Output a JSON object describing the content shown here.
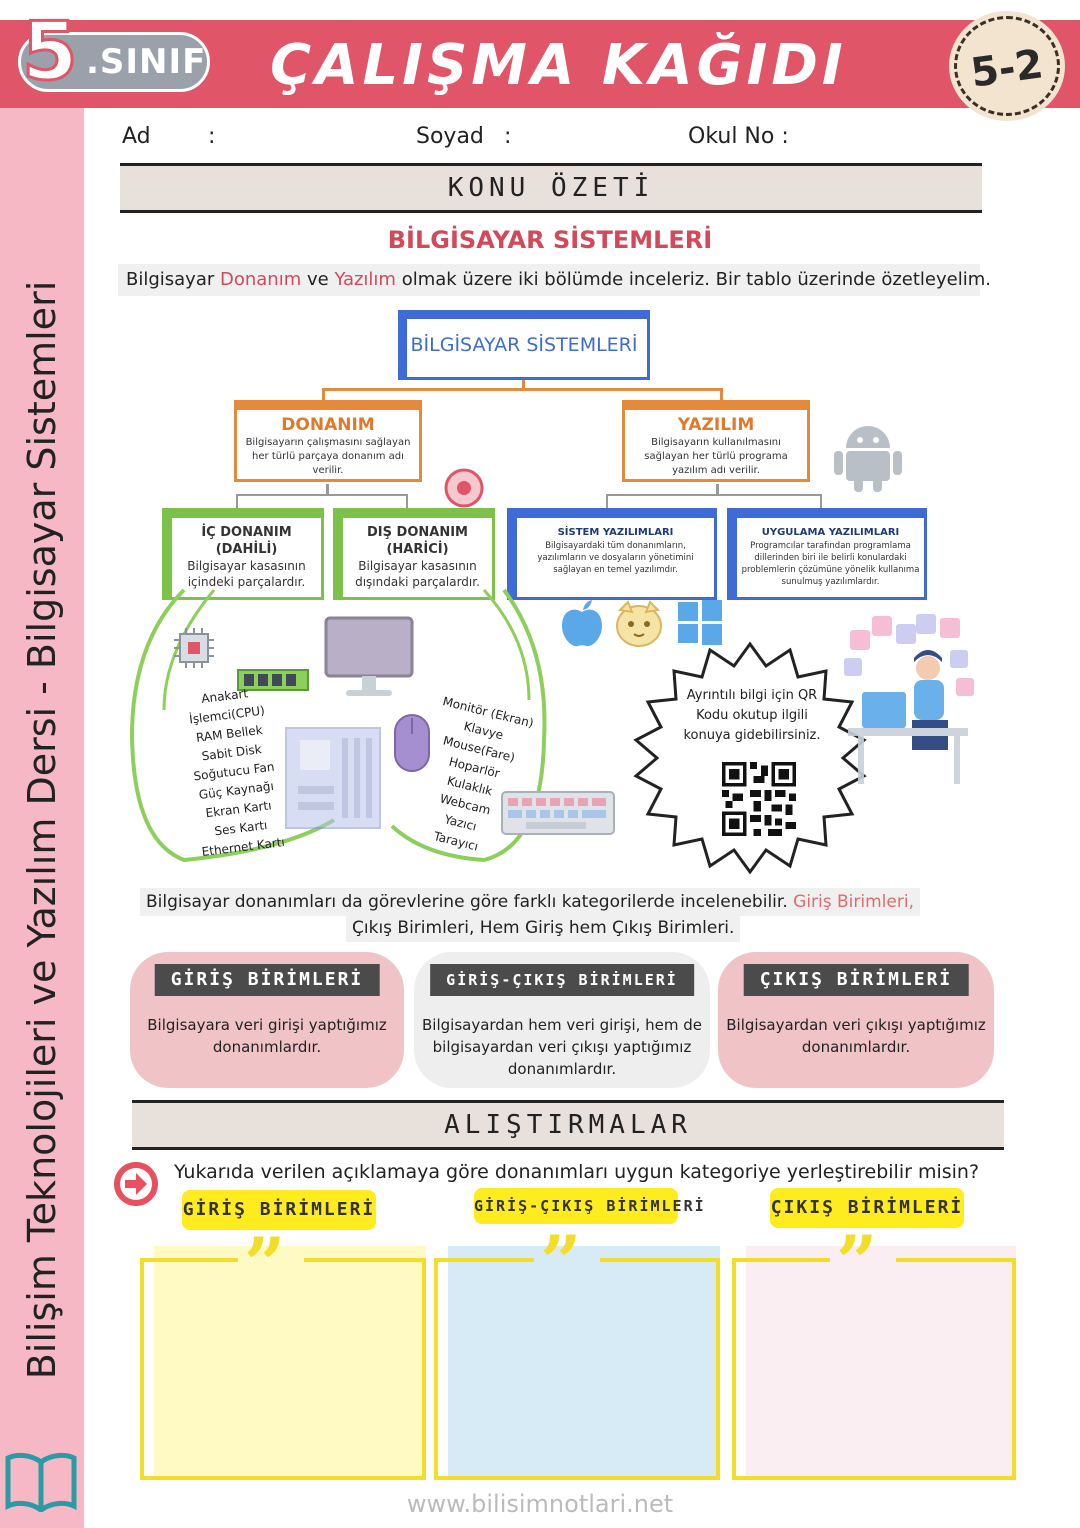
{
  "header": {
    "grade_number": "5",
    "grade_text": ".SINIF",
    "title": "ÇALIŞMA KAĞIDI",
    "sheet_code": "5-2"
  },
  "sidebar": {
    "text": "Bilişim Teknolojileri ve Yazılım Dersi - Bilgisayar Sistemleri"
  },
  "student_info": {
    "name_label": "Ad",
    "name_colon": ":",
    "surname_label": "Soyad",
    "surname_colon": ":",
    "school_no_label": "Okul No :"
  },
  "summary": {
    "banner": "KONU ÖZETİ",
    "subtitle": "BİLGİSAYAR SİSTEMLERİ",
    "intro_pre": "Bilgisayar ",
    "intro_hw": "Donanım",
    "intro_mid": " ve ",
    "intro_sw": "Yazılım",
    "intro_post": " olmak üzere iki bölümde inceleriz. Bir tablo üzerinde özetleyelim."
  },
  "tree": {
    "root": "BİLGİSAYAR SİSTEMLERİ",
    "hardware": {
      "title": "DONANIM",
      "desc": "Bilgisayarın çalışmasını sağlayan her türlü parçaya donanım adı verilir."
    },
    "software": {
      "title": "YAZILIM",
      "desc": "Bilgisayarın kullanılmasını sağlayan her türlü programa yazılım adı verilir."
    },
    "internal": {
      "title1": "İÇ DONANIM",
      "title2": "(DAHİLİ)",
      "desc": "Bilgisayar kasasının içindeki parçalardır."
    },
    "external": {
      "title1": "DIŞ DONANIM",
      "title2": "(HARİCİ)",
      "desc": "Bilgisayar kasasının dışındaki parçalardır."
    },
    "system_sw": {
      "title": "SİSTEM YAZILIMLARI",
      "desc": "Bilgisayardaki tüm donanımların, yazılımların ve dosyaların yönetimini sağlayan en temel yazılımdır."
    },
    "app_sw": {
      "title": "UYGULAMA YAZILIMLARI",
      "desc": "Programcılar tarafından programlama dillerinden biri ile belirli konulardaki problemlerin çözümüne yönelik kullanıma sunulmuş yazılımlardır."
    }
  },
  "internal_list": [
    "Anakart",
    "İşlemci(CPU)",
    "RAM Bellek",
    "Sabit Disk",
    "Soğutucu Fan",
    "Güç Kaynağı",
    "Ekran Kartı",
    "Ses Kartı",
    "Ethernet Kartı"
  ],
  "external_list": [
    "Monitör (Ekran)",
    "Klavye",
    "Mouse(Fare)",
    "Hoparlör",
    "Kulaklık",
    "Webcam",
    "Yazıcı",
    "Tarayıcı"
  ],
  "qr_note": {
    "line1": "Ayrıntılı bilgi için QR",
    "line2": "Kodu okutup ilgili",
    "line3": "konuya gidebilirsiniz."
  },
  "categories_intro": {
    "line1_text": "Bilgisayar donanımları da görevlerine göre farklı kategorilerde incelenebilir. ",
    "line1_red": "Giriş Birimleri,",
    "line2_red": "Çıkış Birimleri, Hem Giriş hem Çıkış Birimleri."
  },
  "categories": [
    {
      "label": "GİRİŞ BİRİMLERİ",
      "desc": "Bilgisayara veri girişi yaptığımız donanımlardır."
    },
    {
      "label": "GİRİŞ-ÇIKIŞ BİRİMLERİ",
      "desc": "Bilgisayardan hem veri girişi, hem de bilgisayardan veri çıkışı yaptığımız donanımlardır."
    },
    {
      "label": "ÇIKIŞ BİRİMLERİ",
      "desc": "Bilgisayardan veri çıkışı yaptığımız donanımlardır."
    }
  ],
  "exercises": {
    "banner": "ALIŞTIRMALAR",
    "question": "Yukarıda verilen açıklamaya göre donanımları uygun kategoriye yerleştirebilir misin?",
    "boxes": [
      {
        "label": "GİRİŞ BİRİMLERİ",
        "quote": "”"
      },
      {
        "label": "GİRİŞ-ÇIKIŞ BİRİMLERİ",
        "quote": "”"
      },
      {
        "label": "ÇIKIŞ BİRİMLERİ",
        "quote": "”"
      }
    ]
  },
  "footer": {
    "url": "www.bilisimnotlari.net"
  },
  "colors": {
    "header": "#e05568",
    "side": "#f5b8c4",
    "accent_red": "#d24a5a",
    "orange": "#e58a3a",
    "green": "#7cc24a",
    "blue": "#3e6bd6",
    "yellow": "#ffec1f"
  }
}
